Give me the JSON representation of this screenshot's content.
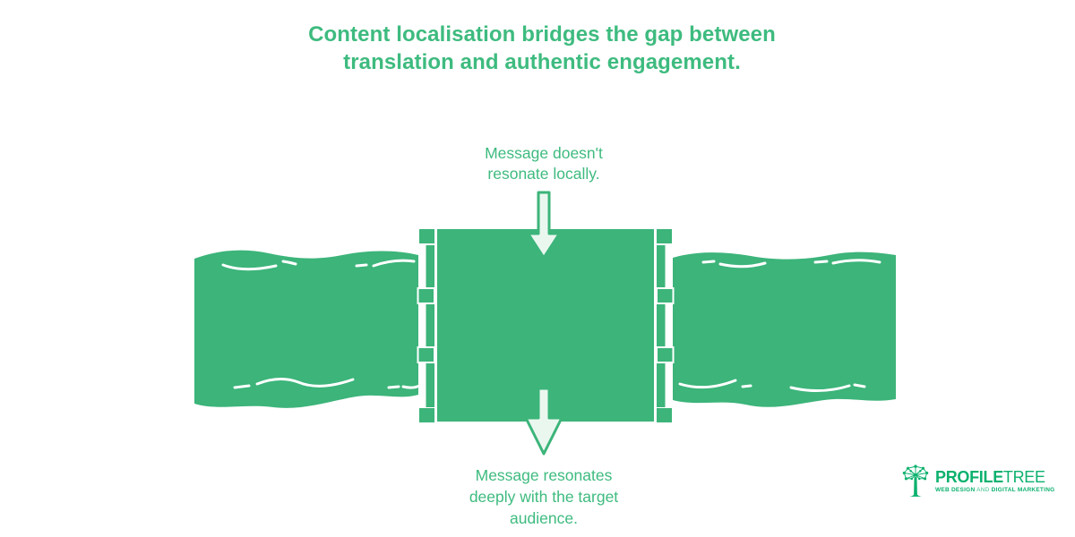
{
  "title": {
    "text": "Content localisation bridges the gap between\ntranslation and authentic engagement."
  },
  "diagram": {
    "description": "bridge-between-two-lands-illustration",
    "top_label": "Message doesn't\nresonate locally.",
    "bottom_label": "Message resonates\ndeeply with the target\naudience."
  },
  "logo": {
    "name_bold": "PROFILE",
    "name_light": "TREE",
    "tagline_bold1": "WEB DESIGN",
    "tagline_light": " AND ",
    "tagline_bold2": "DIGITAL MARKETING"
  },
  "colors": {
    "background": "#ffffff",
    "shape_green": "#3cb47a",
    "text_green": "#3ebb7f",
    "arrow_fill": "#eaf7ef",
    "logo_green": "#0cb16e",
    "highlight_white": "#ffffff"
  }
}
